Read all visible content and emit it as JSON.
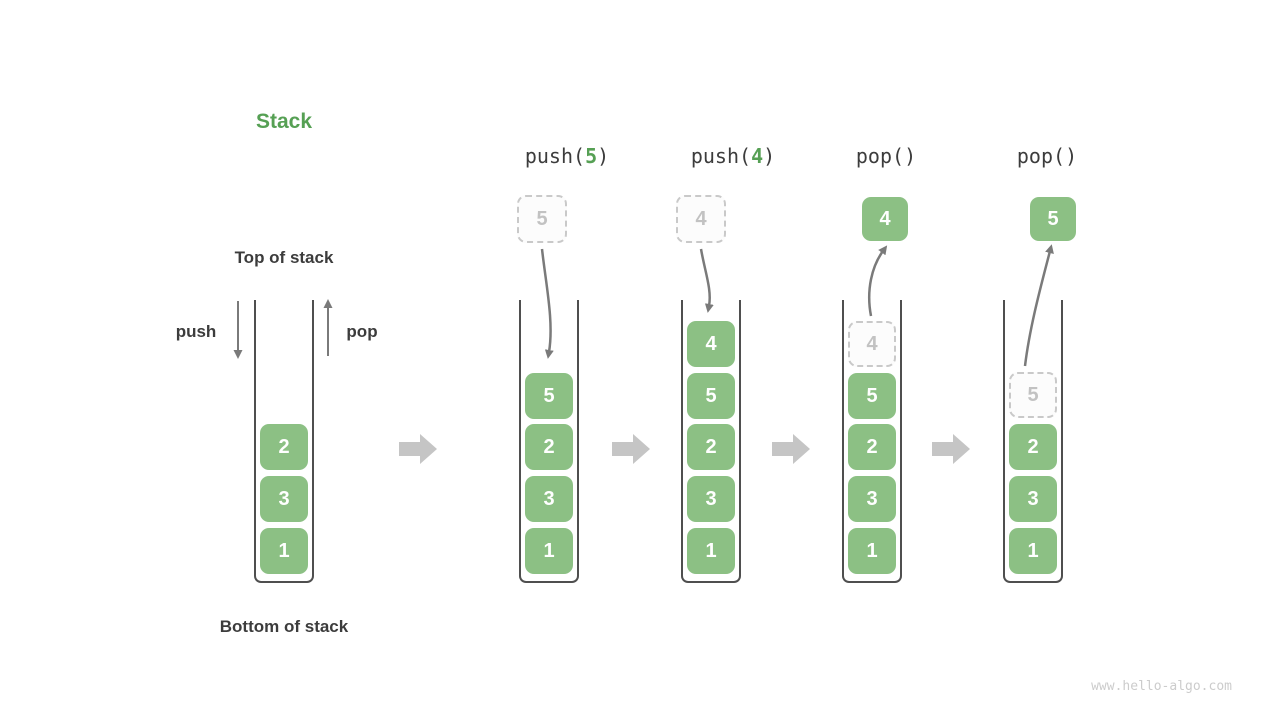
{
  "title": "Stack",
  "labels": {
    "top_of_stack": "Top of stack",
    "bottom_of_stack": "Bottom of stack",
    "push": "push",
    "pop": "pop"
  },
  "watermark": "www.hello-algo.com",
  "colors": {
    "box_green": "#8CC084",
    "green_text": "#56A054",
    "dark_text": "#3C3C3C",
    "wall": "#4F4F4F",
    "arrow": "#7A7A7A",
    "block_arrow": "#C5C5C5",
    "dashed_border": "#C9C9C9",
    "dashed_text": "#C2C2C2",
    "ghost_fill": "#FCFCFC",
    "watermark_text": "#CCCCCC"
  },
  "initial_stack": {
    "cells": [
      "2",
      "3",
      "1"
    ]
  },
  "operations": [
    {
      "call": {
        "pre": "push(",
        "arg": "5",
        "post": ")"
      },
      "incoming": "5",
      "cells": [
        "5",
        "2",
        "3",
        "1"
      ]
    },
    {
      "call": {
        "pre": "push(",
        "arg": "4",
        "post": ")"
      },
      "incoming": "4",
      "cells": [
        "4",
        "5",
        "2",
        "3",
        "1"
      ]
    },
    {
      "call": {
        "pre": "pop(",
        "arg": "",
        "post": ")"
      },
      "outgoing": "4",
      "ghost": "4",
      "cells": [
        "5",
        "2",
        "3",
        "1"
      ]
    },
    {
      "call": {
        "pre": "pop(",
        "arg": "",
        "post": ")"
      },
      "outgoing": "5",
      "ghost": "5",
      "cells": [
        "2",
        "3",
        "1"
      ]
    }
  ]
}
